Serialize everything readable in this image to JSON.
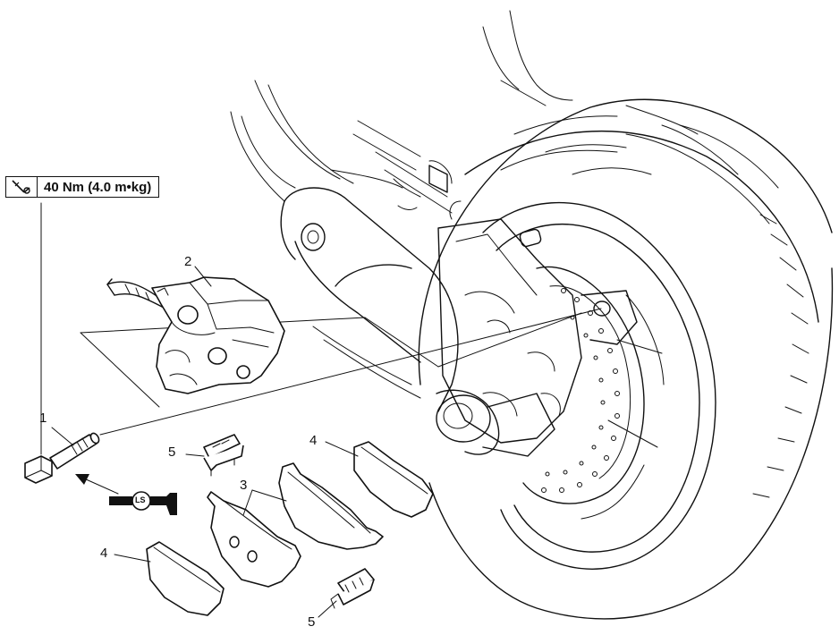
{
  "torque_spec": {
    "value": "40 Nm (4.0 m•kg)",
    "icon": "torque-wrench-icon"
  },
  "lubricant": {
    "label": "LS",
    "icon": "lithium-soap-grease-icon"
  },
  "callouts": {
    "bolt": "1",
    "caliper": "2",
    "inner_pad": "3",
    "shim_upper": "4",
    "shim_lower": "4",
    "spring_upper": "5",
    "spring_lower": "5"
  }
}
